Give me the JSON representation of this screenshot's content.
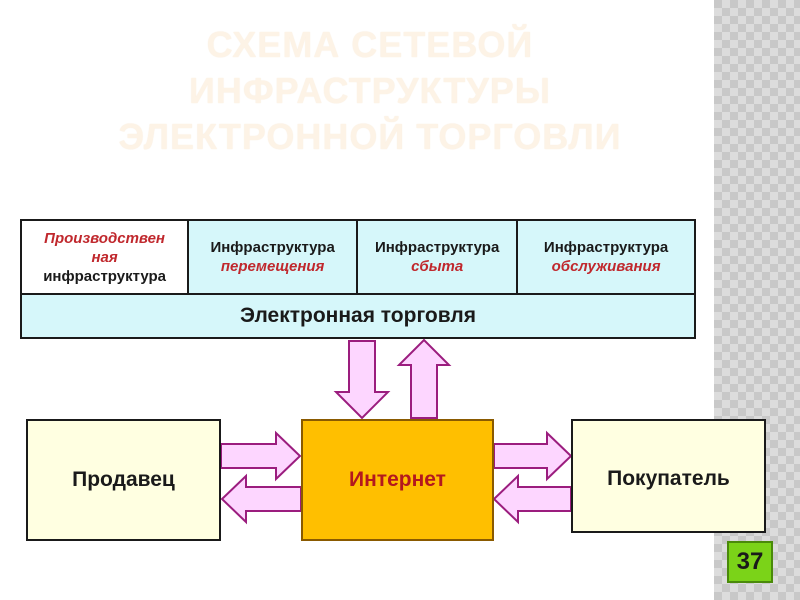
{
  "title": {
    "line1": "СХЕМА СЕТЕВОЙ",
    "line2": "ИНФРАСТРУКТУРЫ",
    "line3": "ЭЛЕКТРОННОЙ ТОРГОВЛИ"
  },
  "infrastructure": {
    "cells": [
      {
        "line1": "Производствен",
        "line2": "ная",
        "line3": "инфраструктура"
      },
      {
        "line1": "Инфраструктура",
        "line2": "перемещения"
      },
      {
        "line1": "Инфраструктура",
        "line2": "сбыта"
      },
      {
        "line1": "Инфраструктура",
        "line2": "обслуживания"
      }
    ],
    "ecommerce": "Электронная торговля"
  },
  "nodes": {
    "seller": "Продавец",
    "internet": "Интернет",
    "buyer": "Покупатель"
  },
  "slide_number": "37",
  "colors": {
    "infra_fill": "#d6f7fa",
    "party_fill": "#ffffe1",
    "internet_fill": "#ffbf00",
    "internet_text": "#b3181e",
    "arrow_fill": "#fdd6ff",
    "arrow_stroke": "#9b1d7e",
    "italic_text": "#c0282d",
    "badge_fill": "#7bd318"
  }
}
